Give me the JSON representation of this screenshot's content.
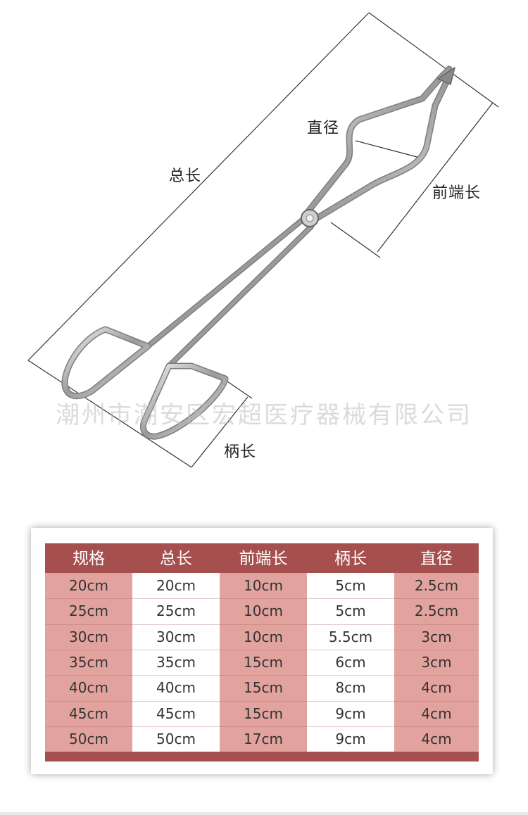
{
  "labels": {
    "total_length": "总长",
    "diameter": "直径",
    "front_length": "前端长",
    "handle_length": "柄长"
  },
  "watermark": "潮州市潮安区宏超医疗器械有限公司",
  "table": {
    "headers": [
      "规格",
      "总长",
      "前端长",
      "柄长",
      "直径"
    ],
    "rows": [
      [
        "20cm",
        "20cm",
        "10cm",
        "5cm",
        "2.5cm"
      ],
      [
        "25cm",
        "25cm",
        "10cm",
        "5cm",
        "2.5cm"
      ],
      [
        "30cm",
        "30cm",
        "10cm",
        "5.5cm",
        "3cm"
      ],
      [
        "35cm",
        "35cm",
        "15cm",
        "6cm",
        "3cm"
      ],
      [
        "40cm",
        "40cm",
        "15cm",
        "8cm",
        "4cm"
      ],
      [
        "45cm",
        "45cm",
        "15cm",
        "9cm",
        "4cm"
      ],
      [
        "50cm",
        "50cm",
        "17cm",
        "9cm",
        "4cm"
      ]
    ]
  },
  "colors": {
    "header": "#a5504f",
    "pink_cell": "#e2a39e",
    "white_cell": "#ffffff"
  }
}
